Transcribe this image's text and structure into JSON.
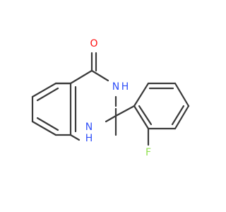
{
  "molecule": {
    "atoms": {
      "oxygen": {
        "label": "O",
        "color": "#ff0d0d"
      },
      "nh_amide": {
        "label": "N",
        "color": "#3050f8"
      },
      "nh_amide_h": {
        "label": "H",
        "color": "#3050f8"
      },
      "nh_amine": {
        "label": "N",
        "color": "#3050f8"
      },
      "nh_amine_h": {
        "label": "H",
        "color": "#3050f8"
      },
      "fluorine": {
        "label": "F",
        "color": "#90e050"
      }
    },
    "bond_color": "#3a3a3a"
  }
}
